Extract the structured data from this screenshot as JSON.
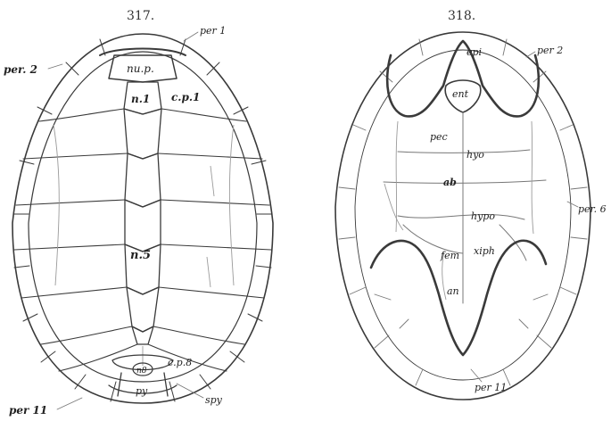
{
  "figures": [
    {
      "number": "317.",
      "labels": {
        "per1": "per 1",
        "per2": "per. 2",
        "nup": "nu.p.",
        "n1": "n.1",
        "cp1": "c.p.1",
        "n5": "n.5",
        "n8": "n8",
        "cp8": "c.p.8",
        "per11": "per 11",
        "spy": "spy",
        "py": "py"
      }
    },
    {
      "number": "318.",
      "labels": {
        "epi": "epi",
        "per2": "per 2",
        "ent": "ent",
        "pec": "pec",
        "hyo": "hyo",
        "ab": "ab",
        "per6": "per. 6",
        "hypo": "hypo",
        "fem": "fem",
        "xiph": "xiph",
        "an": "an",
        "per11": "per 11"
      }
    }
  ]
}
